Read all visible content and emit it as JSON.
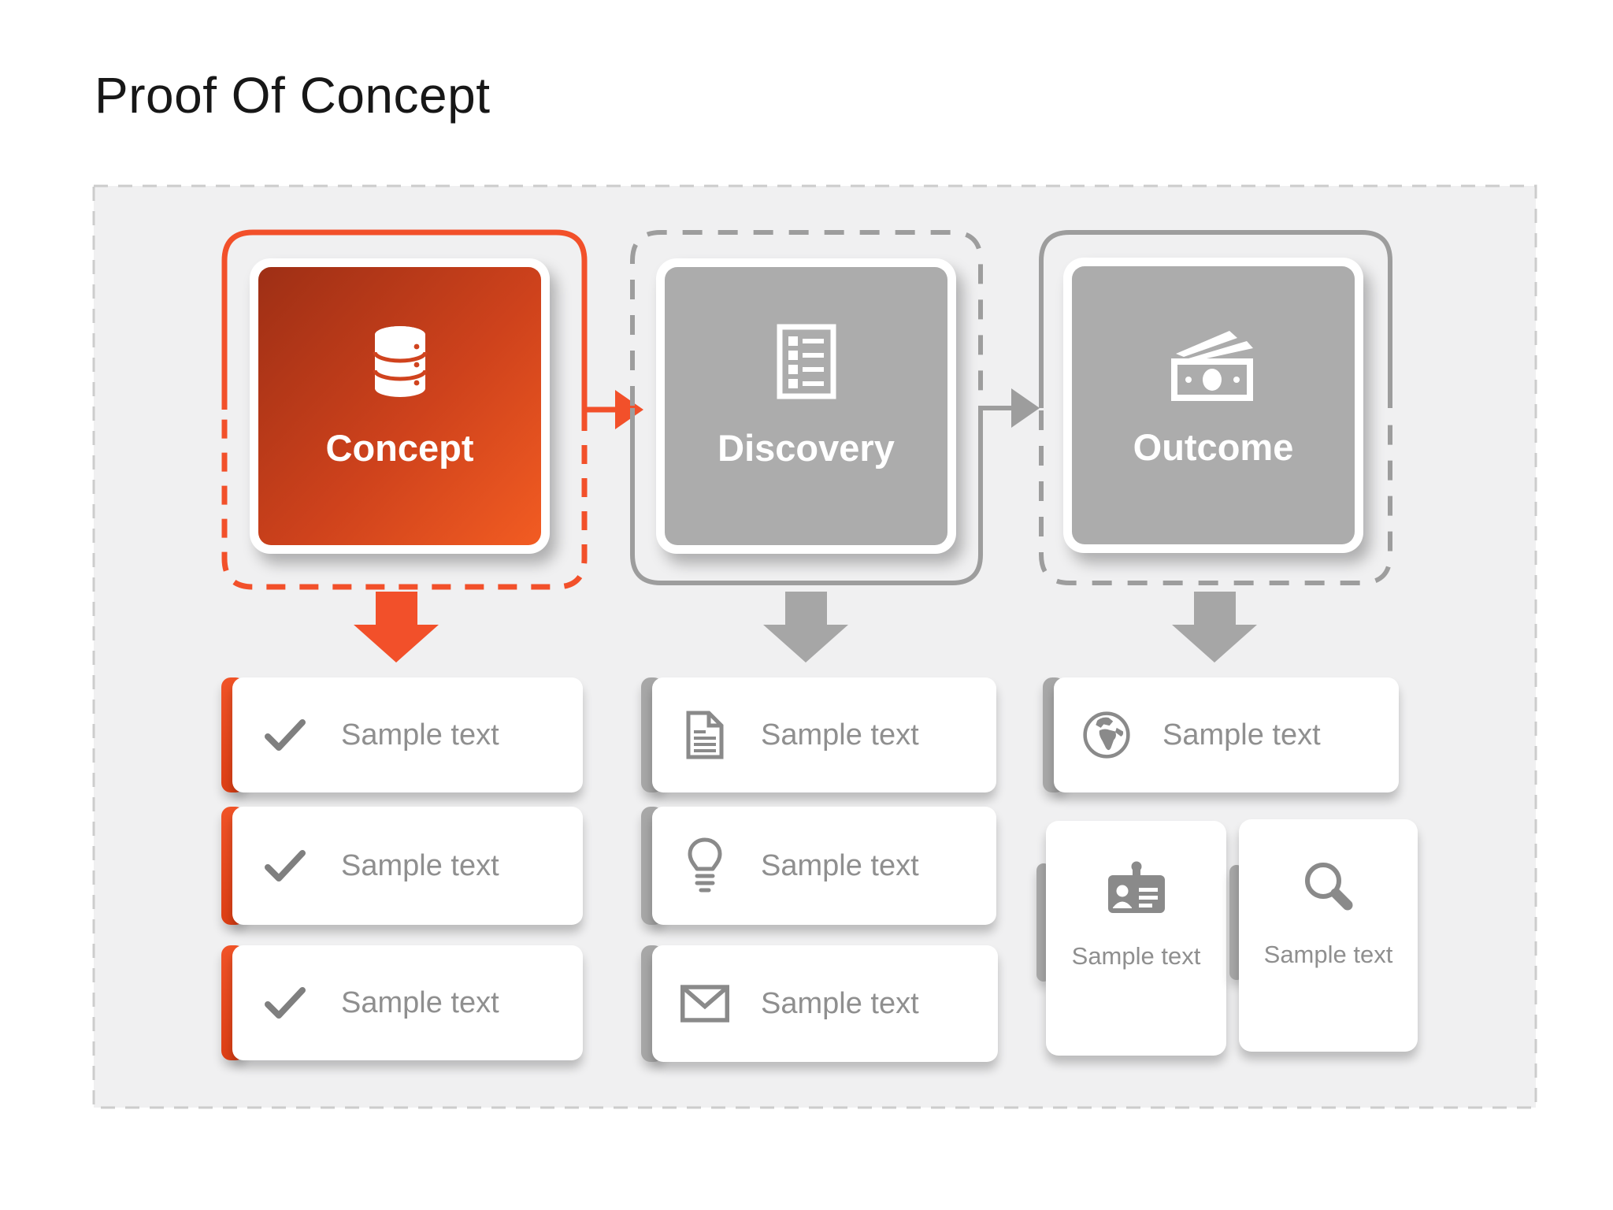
{
  "title": "Proof Of Concept",
  "colors": {
    "accent_orange": "#F2502A",
    "stage_gray": "#ACACAC",
    "border_gray": "#9D9D9D",
    "arrow_gray": "#A6A6A6",
    "panel_background": "#F0F0F1",
    "panel_border": "#CCCCCC",
    "muted_text": "#8F8F8F"
  },
  "stages": [
    {
      "label": "Concept",
      "icon": "database-icon"
    },
    {
      "label": "Discovery",
      "icon": "checklist-icon"
    },
    {
      "label": "Outcome",
      "icon": "banknotes-icon"
    }
  ],
  "cards": {
    "concept": [
      {
        "icon": "checkmark-icon",
        "text": "Sample text"
      },
      {
        "icon": "checkmark-icon",
        "text": "Sample text"
      },
      {
        "icon": "checkmark-icon",
        "text": "Sample text"
      }
    ],
    "discovery": [
      {
        "icon": "document-icon",
        "text": "Sample text"
      },
      {
        "icon": "lightbulb-icon",
        "text": "Sample text"
      },
      {
        "icon": "envelope-icon",
        "text": "Sample text"
      }
    ],
    "outcome": [
      {
        "icon": "globe-icon",
        "text": "Sample text"
      },
      {
        "icon": "id-card-icon",
        "text": "Sample text"
      },
      {
        "icon": "magnifier-icon",
        "text": "Sample text"
      }
    ]
  }
}
